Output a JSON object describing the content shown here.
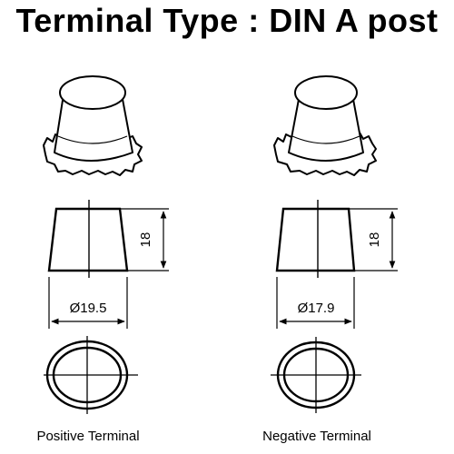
{
  "title": "Terminal Type : DIN A post",
  "terminals": [
    {
      "label": "Positive Terminal",
      "diameter": "Ø19.5",
      "height": "18"
    },
    {
      "label": "Negative Terminal",
      "diameter": "Ø17.9",
      "height": "18"
    }
  ]
}
